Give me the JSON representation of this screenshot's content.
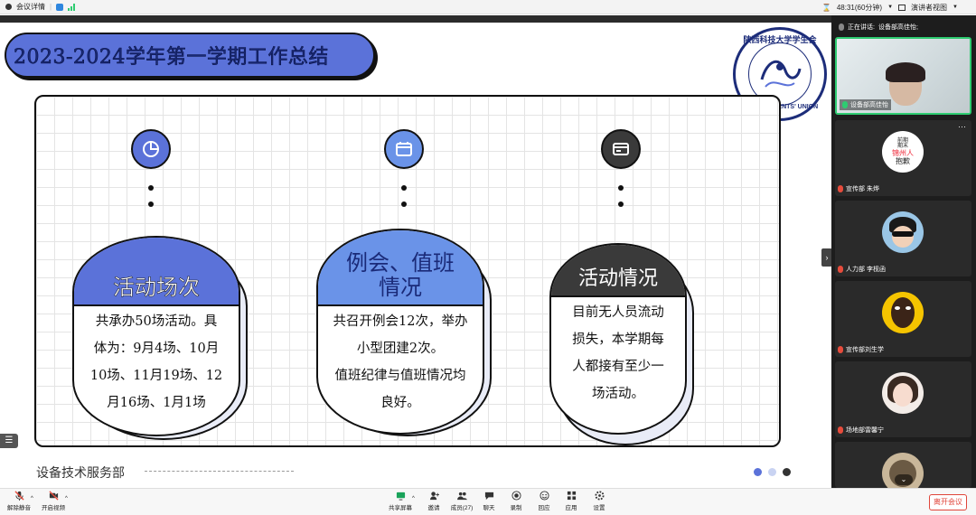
{
  "topbar": {
    "meeting_info": "会议详情",
    "timer": "48:31(60分钟)",
    "view_mode": "演讲者视图",
    "colors": {
      "shield": "#2e86de",
      "signal": "#2ecc71"
    }
  },
  "slide": {
    "title": "2023-2024学年第一学期工作总结",
    "logo": {
      "top_text": "陕西科技大学学生会",
      "bottom_text": "SUST STUDENTS' UNION"
    },
    "cards": [
      {
        "icon": "pie-chart-icon",
        "heading": "活动场次",
        "body": "共承办50场活动。具体为：9月4场、10月10场、11月19场、12月16场、1月1场",
        "color": "#5b72d9"
      },
      {
        "icon": "calendar-icon",
        "heading": "例会、值班情况",
        "body_lines": [
          "共召开例会12次，举办",
          "小型团建2次。",
          "值班纪律与值班情况均",
          "良好。"
        ],
        "color": "#6a93e8"
      },
      {
        "icon": "card-icon",
        "heading": "活动情况",
        "body_lines": [
          "目前无人员流动",
          "损失，本学期每",
          "人都接有至少一",
          "场活动。"
        ],
        "color": "#3a3a3a"
      }
    ],
    "card1_lines": [
      "共承办50场活动。具",
      "体为：9月4场、10月",
      "10场、11月19场、12",
      "月16场、1月1场"
    ],
    "footer": "设备技术服务部",
    "page_dots": [
      "#5b72d9",
      "#c9d3f2",
      "#333333"
    ]
  },
  "participants": {
    "speaking_label": "正在讲话:",
    "speaking_name": "设备部高佳怡;",
    "tiles": [
      {
        "name": "设备部高佳怡"
      },
      {
        "name": "宣传部 朱烨",
        "avatar_text": [
          "前期",
          "期末",
          "锦州人",
          "抱歉"
        ]
      },
      {
        "name": "人力部 李枧函"
      },
      {
        "name": "宣传部刘生学"
      },
      {
        "name": "场地部雷馨宁"
      }
    ]
  },
  "toolbar": {
    "unmute": "解除静音",
    "video": "开启视频",
    "share": "共享屏幕",
    "invite": "邀请",
    "members": "成员(27)",
    "chat": "聊天",
    "record": "录制",
    "react": "回应",
    "apps": "应用",
    "settings": "设置",
    "leave": "离开会议"
  }
}
